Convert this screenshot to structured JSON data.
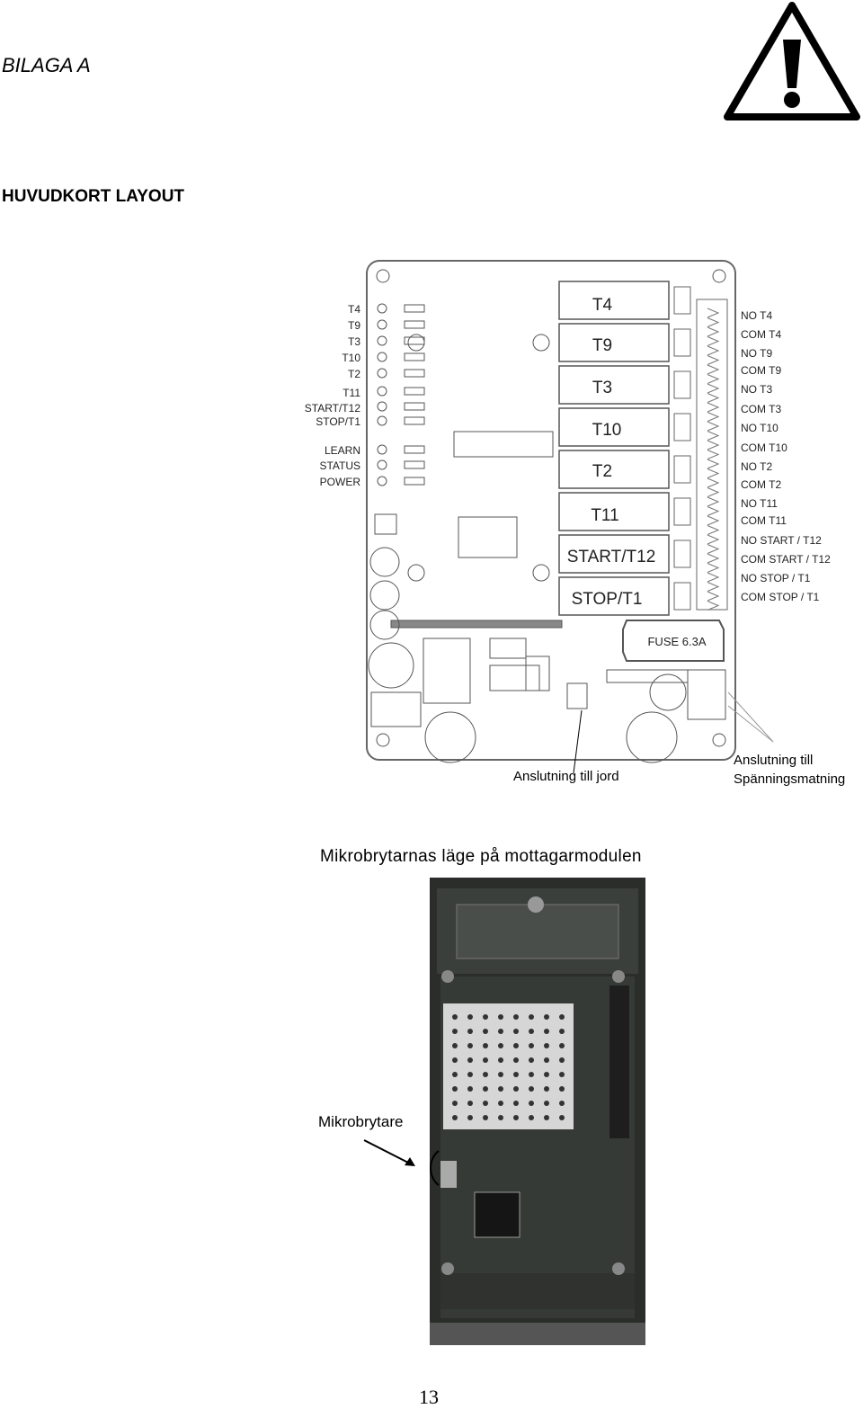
{
  "header": {
    "title": "BILAGA A"
  },
  "section": {
    "title": "HUVUDKORT LAYOUT"
  },
  "board": {
    "left_labels": [
      "T4",
      "T9",
      "T3",
      "T10",
      "T2",
      "T11",
      "START/T12",
      "STOP/T1"
    ],
    "status_labels": [
      "LEARN",
      "STATUS",
      "POWER"
    ],
    "relays": [
      "T4",
      "T9",
      "T3",
      "T10",
      "T2",
      "T11",
      "START/T12",
      "STOP/T1"
    ],
    "terminals": [
      "NO T4",
      "COM T4",
      "NO T9",
      "COM T9",
      "NO T3",
      "COM T3",
      "NO T10",
      "COM T10",
      "NO T2",
      "COM T2",
      "NO T11",
      "COM T11",
      "NO START / T12",
      "COM START / T12",
      "NO STOP / T1",
      "COM STOP / T1"
    ],
    "fuse": "FUSE 6.3A"
  },
  "captions": {
    "ground": "Anslutning till jord",
    "power_line1": "Anslutning till",
    "power_line2": "Spänningsmatning"
  },
  "photo": {
    "title": "Mikrobrytarnas läge på mottagarmodulen",
    "callout": "Mikrobrytare"
  },
  "page": {
    "number": "13"
  },
  "icons": {
    "warning": "warning-triangle-icon"
  }
}
